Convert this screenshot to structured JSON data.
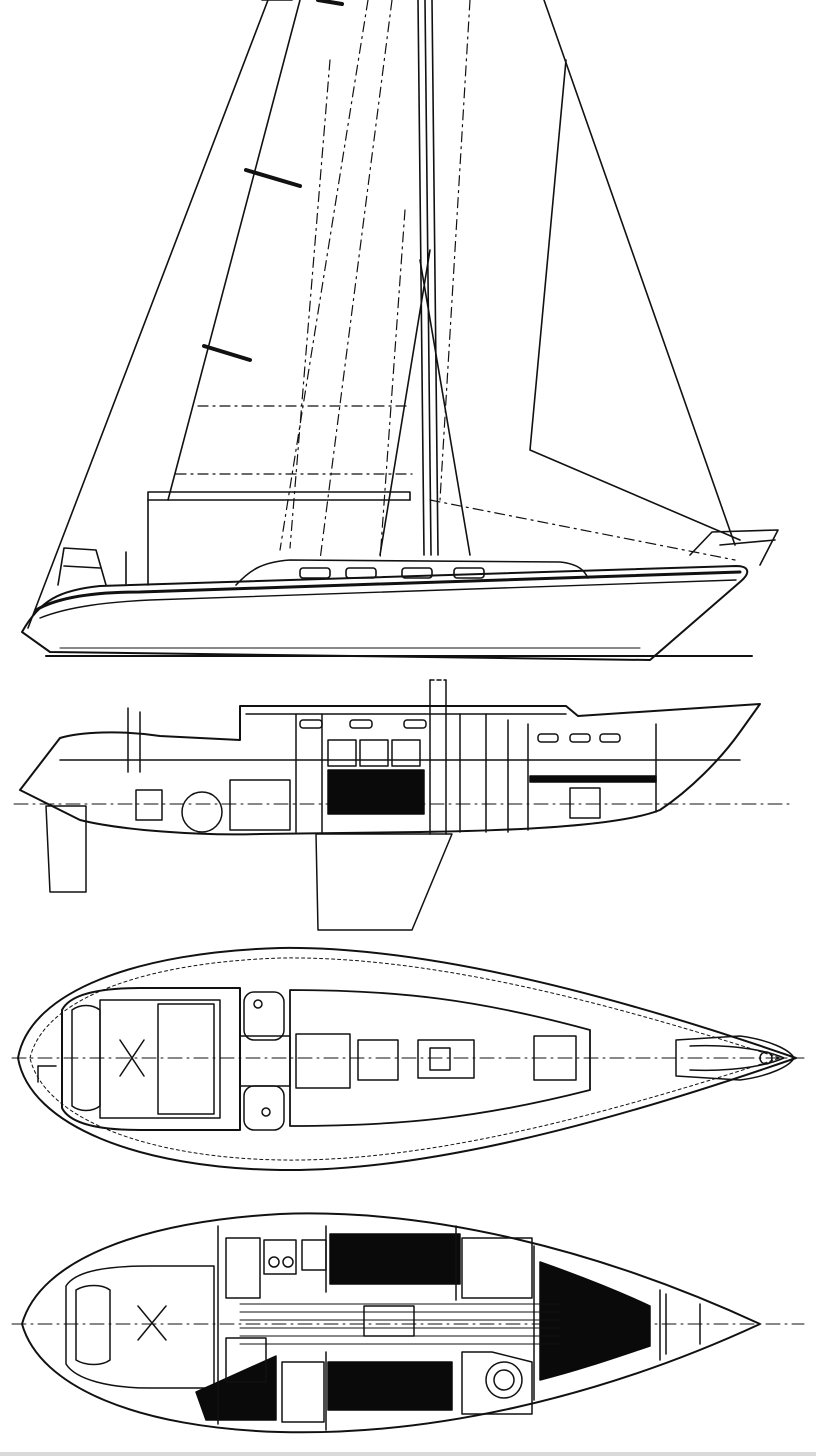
{
  "drawing": {
    "views": [
      {
        "id": "sail-plan"
      },
      {
        "id": "inboard-profile"
      },
      {
        "id": "deck-plan"
      },
      {
        "id": "accommodation-plan"
      }
    ],
    "colors": {
      "line": "#111111",
      "fill_dark": "#0a0a0a",
      "background": "#ffffff"
    }
  }
}
